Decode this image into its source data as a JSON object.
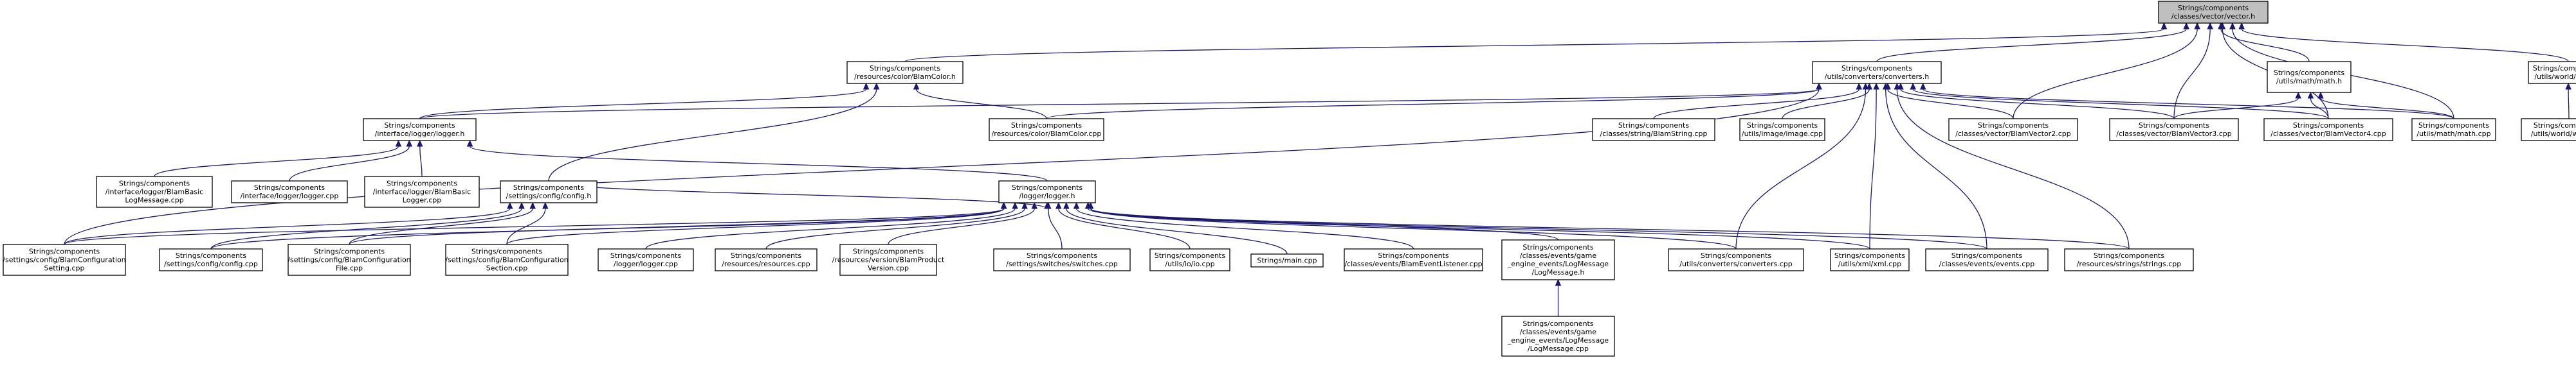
{
  "nodes": [
    {
      "id": "vector_h",
      "lines": [
        "Strings/components",
        "/classes/vector/vector.h"
      ],
      "root": true
    },
    {
      "id": "blamcolor_h",
      "lines": [
        "Strings/components",
        "/resources/color/BlamColor.h"
      ]
    },
    {
      "id": "converters_h",
      "lines": [
        "Strings/components",
        "/utils/converters/converters.h"
      ]
    },
    {
      "id": "math_h",
      "lines": [
        "Strings/components",
        "/utils/math/math.h"
      ]
    },
    {
      "id": "world_h",
      "lines": [
        "Strings/components",
        "/utils/world/world.h"
      ]
    },
    {
      "id": "logger_h_iface",
      "lines": [
        "Strings/components",
        "/interface/logger/logger.h"
      ]
    },
    {
      "id": "blamcolor_cpp",
      "lines": [
        "Strings/components",
        "/resources/color/BlamColor.cpp"
      ]
    },
    {
      "id": "blamstring_cpp",
      "lines": [
        "Strings/components",
        "/classes/string/BlamString.cpp"
      ]
    },
    {
      "id": "image_cpp",
      "lines": [
        "Strings/components",
        "/utils/image/image.cpp"
      ]
    },
    {
      "id": "vector2_cpp",
      "lines": [
        "Strings/components",
        "/classes/vector/BlamVector2.cpp"
      ]
    },
    {
      "id": "vector3_cpp",
      "lines": [
        "Strings/components",
        "/classes/vector/BlamVector3.cpp"
      ]
    },
    {
      "id": "vector4_cpp",
      "lines": [
        "Strings/components",
        "/classes/vector/BlamVector4.cpp"
      ]
    },
    {
      "id": "math_cpp",
      "lines": [
        "Strings/components",
        "/utils/math/math.cpp"
      ]
    },
    {
      "id": "world_cpp",
      "lines": [
        "Strings/components",
        "/utils/world/world.cpp"
      ]
    },
    {
      "id": "basiclogmessage_cpp",
      "lines": [
        "Strings/components",
        "/interface/logger/BlamBasic",
        "LogMessage.cpp"
      ]
    },
    {
      "id": "iface_logger_cpp",
      "lines": [
        "Strings/components",
        "/interface/logger/logger.cpp"
      ]
    },
    {
      "id": "basiclogger_cpp",
      "lines": [
        "Strings/components",
        "/interface/logger/BlamBasic",
        "Logger.cpp"
      ]
    },
    {
      "id": "config_h",
      "lines": [
        "Strings/components",
        "/settings/config/config.h"
      ]
    },
    {
      "id": "logger_h",
      "lines": [
        "Strings/components",
        "/logger/logger.h"
      ]
    },
    {
      "id": "cfg_setting_cpp",
      "lines": [
        "Strings/components",
        "/settings/config/BlamConfiguration",
        "Setting.cpp"
      ]
    },
    {
      "id": "config_cpp",
      "lines": [
        "Strings/components",
        "/settings/config/config.cpp"
      ]
    },
    {
      "id": "cfg_file_cpp",
      "lines": [
        "Strings/components",
        "/settings/config/BlamConfiguration",
        "File.cpp"
      ]
    },
    {
      "id": "cfg_section_cpp",
      "lines": [
        "Strings/components",
        "/settings/config/BlamConfiguration",
        "Section.cpp"
      ]
    },
    {
      "id": "logger_cpp",
      "lines": [
        "Strings/components",
        "/logger/logger.cpp"
      ]
    },
    {
      "id": "resources_cpp",
      "lines": [
        "Strings/components",
        "/resources/resources.cpp"
      ]
    },
    {
      "id": "productversion_cpp",
      "lines": [
        "Strings/components",
        "/resources/version/BlamProduct",
        "Version.cpp"
      ]
    },
    {
      "id": "switches_cpp",
      "lines": [
        "Strings/components",
        "/settings/switches/switches.cpp"
      ]
    },
    {
      "id": "io_cpp",
      "lines": [
        "Strings/components",
        "/utils/io/io.cpp"
      ]
    },
    {
      "id": "main_cpp",
      "lines": [
        "Strings/main.cpp"
      ]
    },
    {
      "id": "eventlistener_cpp",
      "lines": [
        "Strings/components",
        "/classes/events/BlamEventListener.cpp"
      ]
    },
    {
      "id": "logmessage_h",
      "lines": [
        "Strings/components",
        "/classes/events/game",
        "_engine_events/LogMessage",
        "/LogMessage.h"
      ]
    },
    {
      "id": "converters_cpp",
      "lines": [
        "Strings/components",
        "/utils/converters/converters.cpp"
      ]
    },
    {
      "id": "xml_cpp",
      "lines": [
        "Strings/components",
        "/utils/xml/xml.cpp"
      ]
    },
    {
      "id": "events_cpp",
      "lines": [
        "Strings/components",
        "/classes/events/events.cpp"
      ]
    },
    {
      "id": "strings_cpp",
      "lines": [
        "Strings/components",
        "/resources/strings/strings.cpp"
      ]
    },
    {
      "id": "logmessage_cpp",
      "lines": [
        "Strings/components",
        "/classes/events/game",
        "_engine_events/LogMessage",
        "/LogMessage.cpp"
      ]
    }
  ],
  "edges": [
    [
      "blamcolor_h",
      "vector_h"
    ],
    [
      "converters_h",
      "vector_h"
    ],
    [
      "math_h",
      "vector_h"
    ],
    [
      "world_h",
      "vector_h"
    ],
    [
      "vector2_cpp",
      "vector_h"
    ],
    [
      "vector3_cpp",
      "vector_h"
    ],
    [
      "vector4_cpp",
      "vector_h"
    ],
    [
      "math_cpp",
      "vector_h"
    ],
    [
      "logger_h_iface",
      "blamcolor_h"
    ],
    [
      "blamcolor_cpp",
      "blamcolor_h"
    ],
    [
      "config_h",
      "blamcolor_h"
    ],
    [
      "logger_h_iface",
      "converters_h"
    ],
    [
      "blamcolor_cpp",
      "converters_h"
    ],
    [
      "blamstring_cpp",
      "converters_h"
    ],
    [
      "image_cpp",
      "converters_h"
    ],
    [
      "vector2_cpp",
      "converters_h"
    ],
    [
      "vector3_cpp",
      "converters_h"
    ],
    [
      "vector4_cpp",
      "converters_h"
    ],
    [
      "math_cpp",
      "converters_h"
    ],
    [
      "cfg_setting_cpp",
      "converters_h"
    ],
    [
      "converters_cpp",
      "converters_h"
    ],
    [
      "xml_cpp",
      "converters_h"
    ],
    [
      "events_cpp",
      "converters_h"
    ],
    [
      "strings_cpp",
      "converters_h"
    ],
    [
      "vector3_cpp",
      "math_h"
    ],
    [
      "vector4_cpp",
      "math_h"
    ],
    [
      "math_cpp",
      "math_h"
    ],
    [
      "world_cpp",
      "world_h"
    ],
    [
      "basiclogmessage_cpp",
      "logger_h_iface"
    ],
    [
      "iface_logger_cpp",
      "logger_h_iface"
    ],
    [
      "basiclogger_cpp",
      "logger_h_iface"
    ],
    [
      "logger_h",
      "logger_h_iface"
    ],
    [
      "cfg_setting_cpp",
      "config_h"
    ],
    [
      "config_cpp",
      "config_h"
    ],
    [
      "cfg_file_cpp",
      "config_h"
    ],
    [
      "cfg_section_cpp",
      "config_h"
    ],
    [
      "config_h",
      "logger_h"
    ],
    [
      "cfg_setting_cpp",
      "logger_h"
    ],
    [
      "config_cpp",
      "logger_h"
    ],
    [
      "cfg_file_cpp",
      "logger_h"
    ],
    [
      "cfg_section_cpp",
      "logger_h"
    ],
    [
      "logger_cpp",
      "logger_h"
    ],
    [
      "resources_cpp",
      "logger_h"
    ],
    [
      "productversion_cpp",
      "logger_h"
    ],
    [
      "switches_cpp",
      "logger_h"
    ],
    [
      "io_cpp",
      "logger_h"
    ],
    [
      "main_cpp",
      "logger_h"
    ],
    [
      "eventlistener_cpp",
      "logger_h"
    ],
    [
      "logmessage_h",
      "logger_h"
    ],
    [
      "converters_cpp",
      "logger_h"
    ],
    [
      "xml_cpp",
      "logger_h"
    ],
    [
      "events_cpp",
      "logger_h"
    ],
    [
      "strings_cpp",
      "logger_h"
    ],
    [
      "logmessage_cpp",
      "logmessage_h"
    ]
  ],
  "colors": {
    "edge": "#191970",
    "root_fill": "#bfbfbf",
    "node_fill": "#ffffff",
    "border": "#000000"
  }
}
